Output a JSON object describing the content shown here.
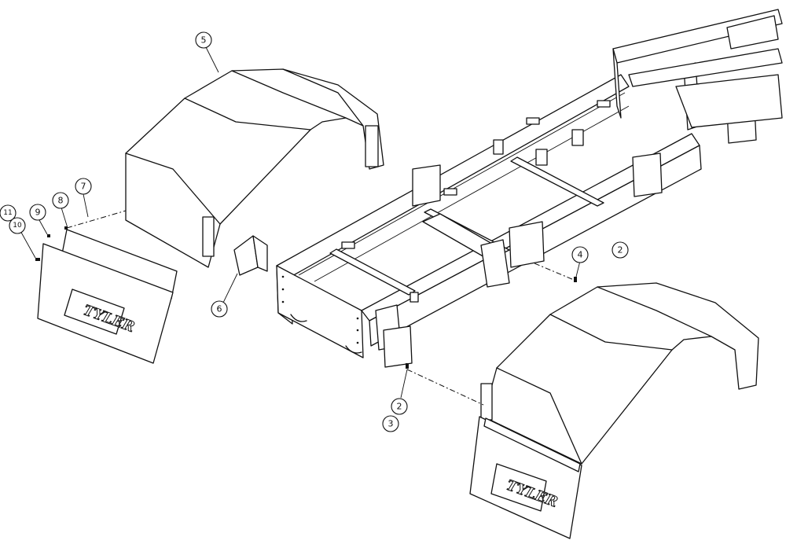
{
  "diagram": {
    "callouts": [
      {
        "id": "c5",
        "label": "5"
      },
      {
        "id": "c7",
        "label": "7"
      },
      {
        "id": "c8",
        "label": "8"
      },
      {
        "id": "c9",
        "label": "9"
      },
      {
        "id": "c11",
        "label": "11"
      },
      {
        "id": "c10",
        "label": "10"
      },
      {
        "id": "c6",
        "label": "6"
      },
      {
        "id": "c4",
        "label": "4"
      },
      {
        "id": "c2a",
        "label": "2"
      },
      {
        "id": "c2b",
        "label": "2"
      },
      {
        "id": "c3",
        "label": "3"
      }
    ],
    "mudflap_logo": "TYLER"
  }
}
